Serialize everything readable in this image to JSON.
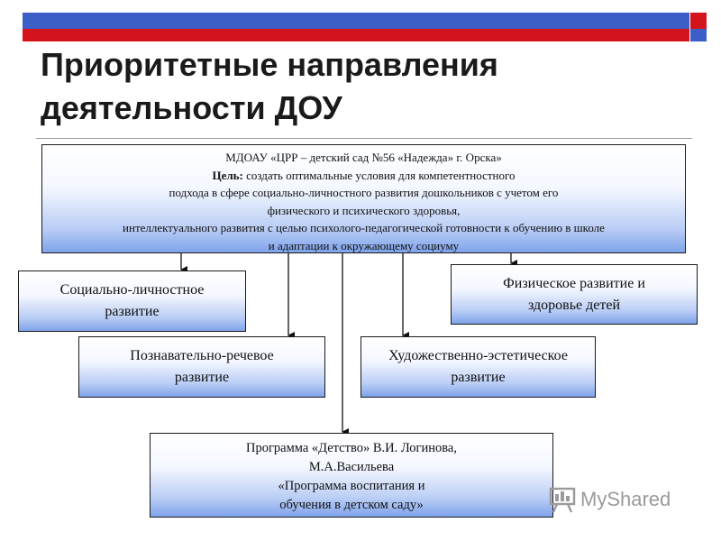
{
  "title": {
    "line1": "Приоритетные направления",
    "line2": "деятельности ДОУ"
  },
  "main_box": {
    "line1": "МДОАУ «ЦРР – детский сад №56 «Надежда» г. Орска»",
    "goal_label": "Цель:",
    "line2_rest": " создать оптимальные условия для компетентностного",
    "line3": "подхода в сфере социально-личностного развития  дошкольников с учетом его",
    "line4": "физического и психического здоровья,",
    "line5": "интеллектуального развития с целью психолого-педагогической готовности к обучению в школе",
    "line6": "и адаптации к окружающему  социуму"
  },
  "boxes": {
    "social": {
      "line1": "Социально-личностное",
      "line2": "развитие"
    },
    "physical": {
      "line1": "Физическое развитие и",
      "line2": "здоровье детей"
    },
    "cognitive": {
      "line1": "Познавательно-речевое",
      "line2": "развитие"
    },
    "artistic": {
      "line1": "Художественно-эстетическое",
      "line2": "развитие"
    },
    "program": {
      "line1": "Программа «Детство» В.И. Логинова,",
      "line2": "М.А.Васильева",
      "line3": "«Программа воспитания и",
      "line4": "обучения в детском саду»"
    }
  },
  "colors": {
    "bar_blue": "#3b5fc6",
    "bar_red": "#d4141c",
    "box_gradient_bottom": "#7fa3ea"
  },
  "watermark": {
    "text": "MyShared",
    "icon": "presentation-board-icon"
  }
}
